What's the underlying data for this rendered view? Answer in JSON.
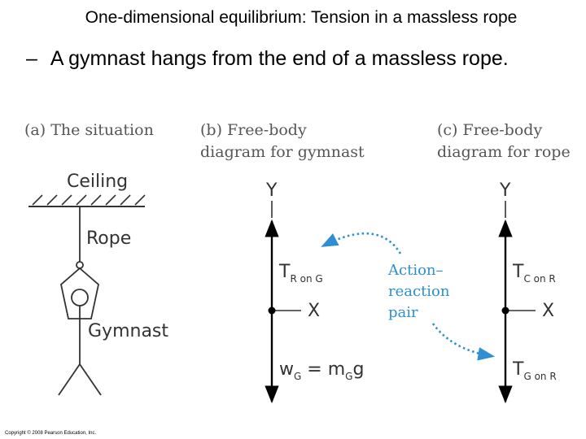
{
  "slide": {
    "title": "One-dimensional equilibrium: Tension in a massless rope",
    "bullet_dash": "–",
    "bullet_text": "A gymnast hangs from the end of a massless rope.",
    "copyright": "Copyright © 2008 Pearson Education, Inc."
  },
  "panel_a": {
    "caption": "(a) The situation",
    "ceiling_label": "Ceiling",
    "rope_label": "Rope",
    "gymnast_label": "Gymnast"
  },
  "panel_b": {
    "caption_line1": "(b) Free-body",
    "caption_line2": "diagram for gymnast",
    "y_axis": "Y",
    "x_axis": "X",
    "force_up_main": "T",
    "force_up_sub": "R on G",
    "force_down_main": "w",
    "force_down_sub": "G",
    "force_down_eq": " = m",
    "force_down_sub2": "G",
    "force_down_g": "g"
  },
  "panel_c": {
    "caption_line1": "(c) Free-body",
    "caption_line2": "diagram for rope",
    "y_axis": "Y",
    "x_axis": "X",
    "force_up_main": "T",
    "force_up_sub": "C on R",
    "force_down_main": "T",
    "force_down_sub": "G on R"
  },
  "pair_label": {
    "line1": "Action–",
    "line2": "reaction",
    "line3": "pair"
  },
  "colors": {
    "arrow": "#000000",
    "pair_text": "#2f8fd0",
    "caption": "#555555"
  }
}
